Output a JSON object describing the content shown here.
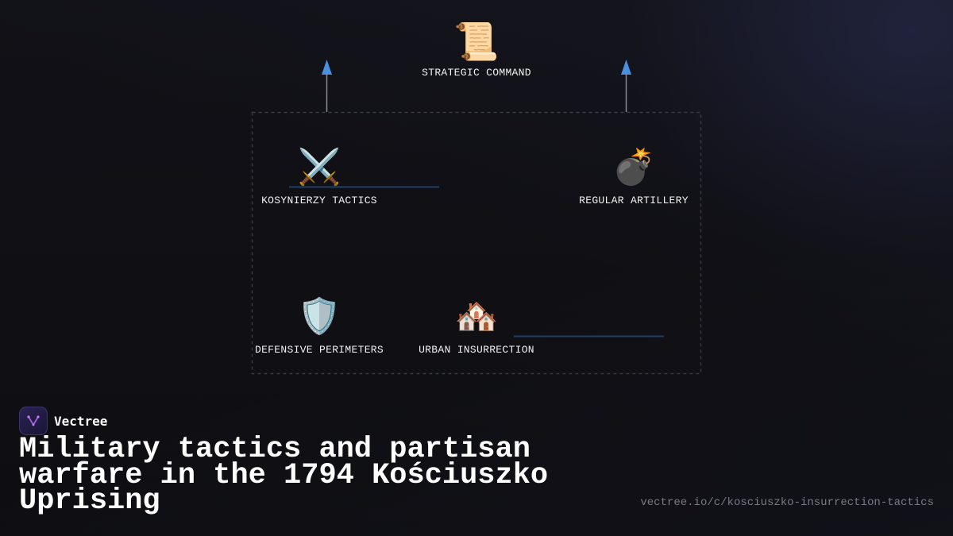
{
  "diagram": {
    "root": {
      "icon": "scroll-emoji",
      "glyph": "📜",
      "label": "STRATEGIC COMMAND"
    },
    "nodes": [
      {
        "icon": "crossed-swords-emoji",
        "glyph": "⚔️",
        "label": "KOSYNIERZY TACTICS"
      },
      {
        "icon": "bomb-emoji",
        "glyph": "💣",
        "label": "REGULAR ARTILLERY"
      },
      {
        "icon": "shield-emoji",
        "glyph": "🛡️",
        "label": "DEFENSIVE PERIMETERS"
      },
      {
        "icon": "houses-emoji",
        "glyph": "🏘️",
        "label": "URBAN INSURRECTION"
      }
    ],
    "colors": {
      "arrow": "#4a90e2",
      "connector": "#1f3f66",
      "group_border": "#3a3a42"
    }
  },
  "brand": {
    "name": "Vectree",
    "logo_icon": "vectree-logo-icon"
  },
  "title": "Military tactics and partisan warfare in the 1794 Kościuszko Uprising",
  "source_url": "vectree.io/c/kosciuszko-insurrection-tactics"
}
